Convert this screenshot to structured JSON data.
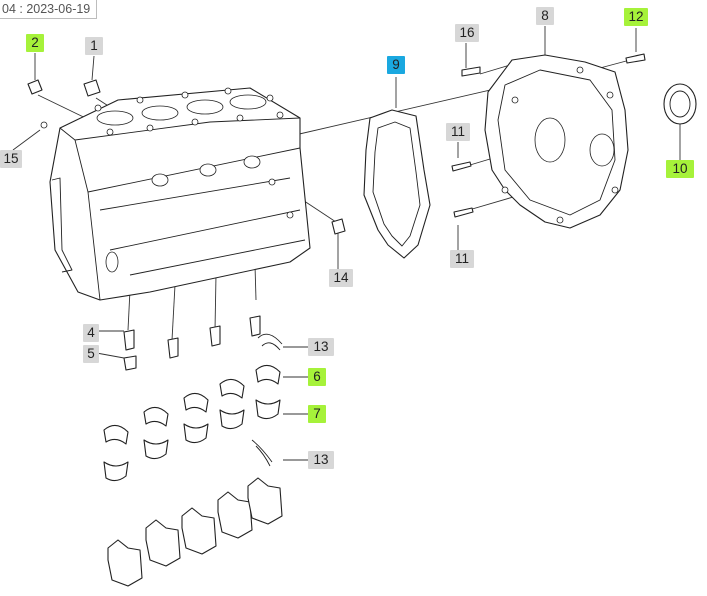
{
  "header": {
    "date_text": "04 : 2023-06-19"
  },
  "colors": {
    "grey": "#d7d7d7",
    "green": "#a6f23a",
    "blue": "#1aa8e0"
  },
  "callouts": [
    {
      "id": "c2",
      "label": "2",
      "style": "green"
    },
    {
      "id": "c1",
      "label": "1",
      "style": "grey"
    },
    {
      "id": "c15",
      "label": "15",
      "style": "grey"
    },
    {
      "id": "c16",
      "label": "16",
      "style": "grey"
    },
    {
      "id": "c8",
      "label": "8",
      "style": "grey"
    },
    {
      "id": "c12",
      "label": "12",
      "style": "green"
    },
    {
      "id": "c9",
      "label": "9",
      "style": "blue"
    },
    {
      "id": "c11a",
      "label": "11",
      "style": "grey"
    },
    {
      "id": "c11b",
      "label": "11",
      "style": "grey"
    },
    {
      "id": "c10",
      "label": "10",
      "style": "green"
    },
    {
      "id": "c14",
      "label": "14",
      "style": "grey"
    },
    {
      "id": "c4",
      "label": "4",
      "style": "grey"
    },
    {
      "id": "c5",
      "label": "5",
      "style": "grey"
    },
    {
      "id": "c13a",
      "label": "13",
      "style": "grey"
    },
    {
      "id": "c6",
      "label": "6",
      "style": "green"
    },
    {
      "id": "c7",
      "label": "7",
      "style": "green"
    },
    {
      "id": "c13b",
      "label": "13",
      "style": "grey"
    }
  ]
}
